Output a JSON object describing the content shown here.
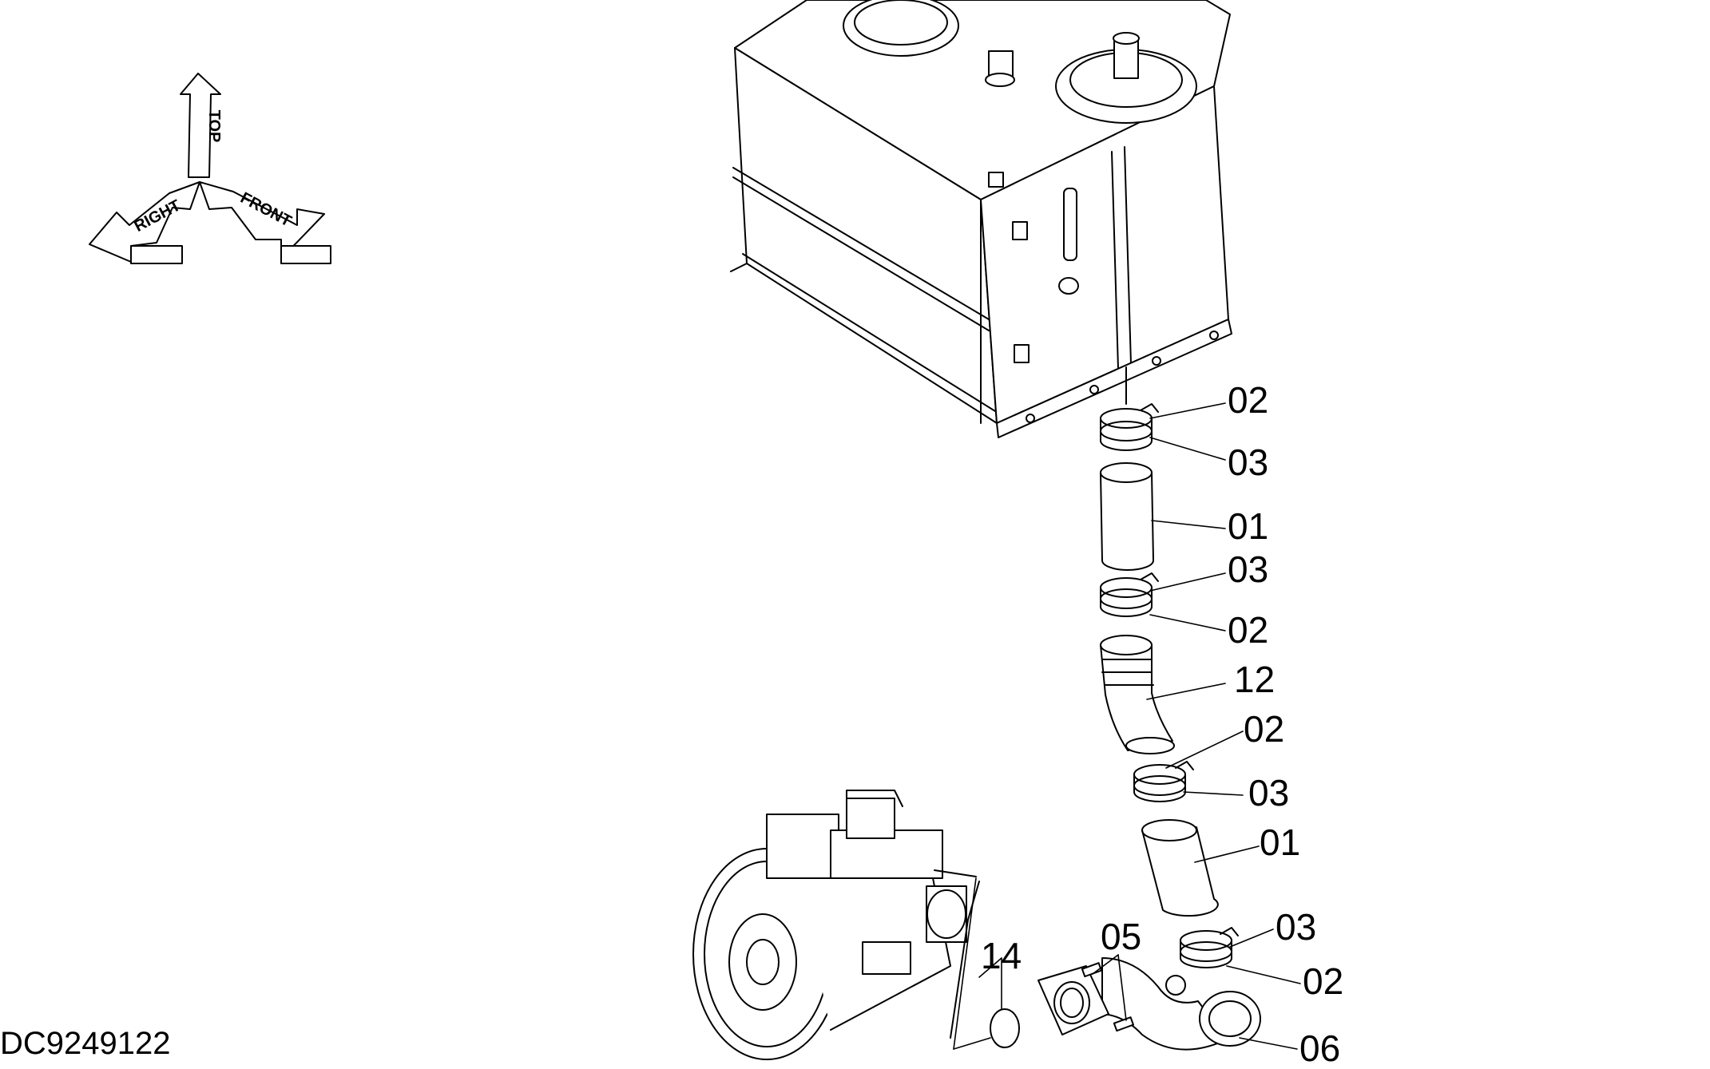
{
  "document": {
    "id": "DC9249122"
  },
  "orientation": {
    "top": "TOP",
    "right": "RIGHT",
    "front": "FRONT"
  },
  "callouts": [
    {
      "key": "c1",
      "text": "02"
    },
    {
      "key": "c2",
      "text": "03"
    },
    {
      "key": "c3",
      "text": "01"
    },
    {
      "key": "c4",
      "text": "03"
    },
    {
      "key": "c5",
      "text": "02"
    },
    {
      "key": "c6",
      "text": "12"
    },
    {
      "key": "c7",
      "text": "02"
    },
    {
      "key": "c8",
      "text": "03"
    },
    {
      "key": "c9",
      "text": "01"
    },
    {
      "key": "c10",
      "text": "03"
    },
    {
      "key": "c11",
      "text": "02"
    },
    {
      "key": "c12",
      "text": "05"
    },
    {
      "key": "c13",
      "text": "14"
    },
    {
      "key": "c14",
      "text": "06"
    }
  ]
}
